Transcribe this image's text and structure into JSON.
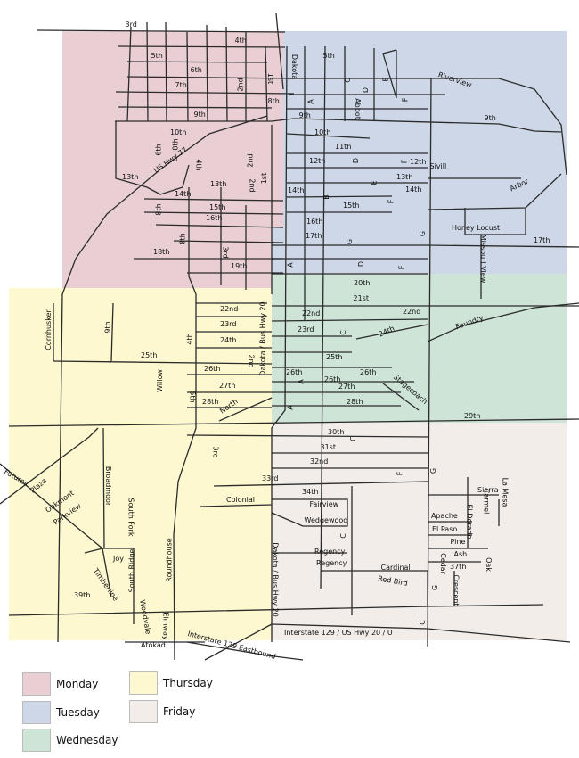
{
  "zones": [
    {
      "day": "Monday",
      "color": "#e9ced3"
    },
    {
      "day": "Tuesday",
      "color": "#cdd7e7"
    },
    {
      "day": "Wednesday",
      "color": "#cde4d7"
    },
    {
      "day": "Thursday",
      "color": "#fdf8cf"
    },
    {
      "day": "Friday",
      "color": "#f2ede9"
    }
  ],
  "legend": [
    "Monday",
    "Tuesday",
    "Wednesday",
    "Thursday",
    "Friday"
  ],
  "labels": [
    "3rd",
    "4th",
    "5th",
    "6th",
    "7th",
    "2nd",
    "1st",
    "8th",
    "9th",
    "10th",
    "6th",
    "8th",
    "US Hwy 77",
    "4th",
    "13th",
    "2nd",
    "1st",
    "13th",
    "2nd",
    "14th",
    "15th",
    "16th",
    "8th",
    "8th",
    "18th",
    "3rd",
    "19th",
    "Dakota",
    "5th",
    "C",
    "D",
    "E",
    "A",
    "Abbot",
    "F",
    "9th",
    "Riverview",
    "9th",
    "10th",
    "11th",
    "12th",
    "D",
    "F",
    "12th",
    "Sivill",
    "13th",
    "E",
    "14th",
    "B",
    "14th",
    "F",
    "15th",
    "16th",
    "Honey Locust",
    "17th",
    "G",
    "G",
    "17th",
    "Missouri View",
    "A",
    "D",
    "F",
    "Arbor",
    "20th",
    "21st",
    "22nd",
    "22nd",
    "23rd",
    "C",
    "24th",
    "Foundry",
    "25th",
    "26th",
    "26th",
    "26th",
    "27th",
    "28th",
    "A",
    "A",
    "Stagecoach",
    "29th",
    "22nd",
    "23rd",
    "24th",
    "Cornhusker",
    "9th",
    "4th",
    "Dakota / Bus Hwy 20",
    "25th",
    "2nd",
    "26th",
    "Willow",
    "27th",
    "5th",
    "28th",
    "North",
    "3rd",
    "33rd",
    "Colonial",
    "Futures",
    "Plaza",
    "Oakmont",
    "Parkview",
    "Broadmoor",
    "South Fork",
    "Joy",
    "South Ridge",
    "Timberline",
    "Roundhouse",
    "39th",
    "Woodvale",
    "Elmway",
    "Atokad",
    "Interstate 129 Eastbound",
    "30th",
    "C",
    "31st",
    "32nd",
    "F",
    "G",
    "34th",
    "Fairview",
    "Wedgewood",
    "Sierra",
    "Carmel",
    "La Mesa",
    "Apache",
    "El Dorado",
    "El Paso",
    "Pine",
    "C",
    "Regency",
    "Regency",
    "Ash",
    "Cedar",
    "Oak",
    "37th",
    "Cardinal",
    "Red Bird",
    "G",
    "Crescent",
    "Dakota / Bus Hwy 20",
    "C",
    "Interstate 129 / US Hwy 20 / U"
  ]
}
